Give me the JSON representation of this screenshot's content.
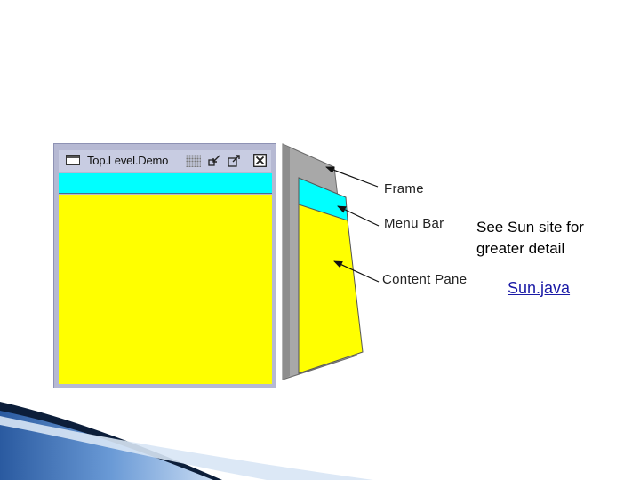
{
  "window": {
    "title": "Top.Level.Demo",
    "colors": {
      "menu_bar": "#00ffff",
      "content_pane": "#ffff00",
      "frame": "#b6b9d3"
    }
  },
  "labels": {
    "frame": "Frame",
    "menu_bar": "Menu Bar",
    "content_pane": "Content Pane"
  },
  "note": {
    "line1": "See Sun site for",
    "line2": "greater detail"
  },
  "link": {
    "text": "Sun.java"
  }
}
